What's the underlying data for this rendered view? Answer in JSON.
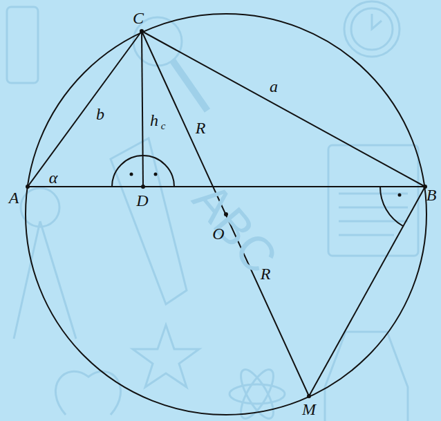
{
  "diagram": {
    "labels": [
      "C",
      "A",
      "B",
      "D",
      "O",
      "M",
      "a",
      "b",
      "h",
      "c",
      "R",
      "R",
      "α",
      "ABC"
    ]
  }
}
